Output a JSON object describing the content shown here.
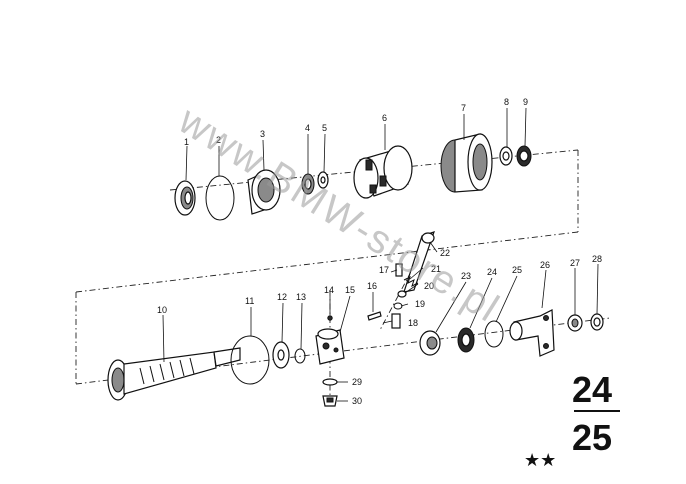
{
  "watermark": "www.BMW-store.pl",
  "group": {
    "top": "24",
    "bottom": "25",
    "stars": "★★"
  },
  "parts": [
    {
      "n": "1"
    },
    {
      "n": "2"
    },
    {
      "n": "3"
    },
    {
      "n": "4"
    },
    {
      "n": "5"
    },
    {
      "n": "6"
    },
    {
      "n": "7"
    },
    {
      "n": "8"
    },
    {
      "n": "9"
    },
    {
      "n": "10"
    },
    {
      "n": "11"
    },
    {
      "n": "12"
    },
    {
      "n": "13"
    },
    {
      "n": "14"
    },
    {
      "n": "15"
    },
    {
      "n": "16"
    },
    {
      "n": "17"
    },
    {
      "n": "18"
    },
    {
      "n": "19"
    },
    {
      "n": "20"
    },
    {
      "n": "21"
    },
    {
      "n": "22"
    },
    {
      "n": "23"
    },
    {
      "n": "24"
    },
    {
      "n": "25"
    },
    {
      "n": "26"
    },
    {
      "n": "27"
    },
    {
      "n": "28"
    },
    {
      "n": "29"
    },
    {
      "n": "30"
    }
  ]
}
